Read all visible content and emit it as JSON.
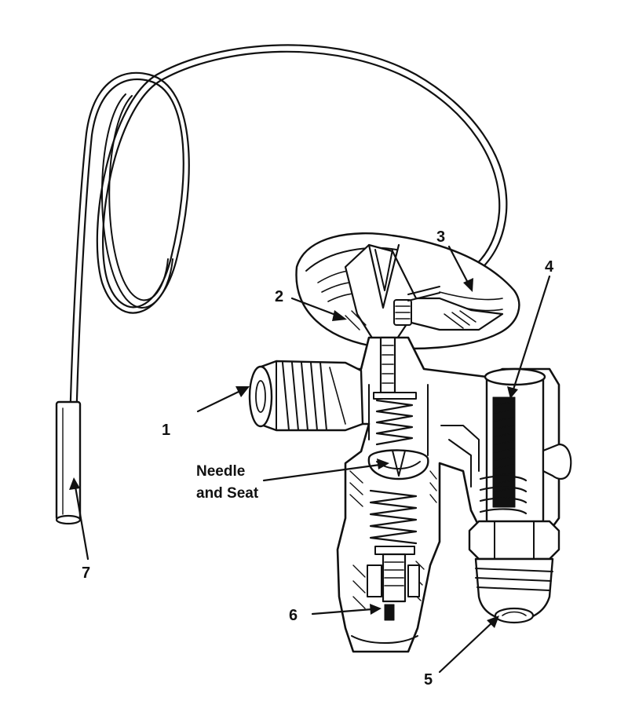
{
  "diagram": {
    "labels": {
      "l1": "1",
      "l2": "2",
      "l3": "3",
      "l4": "4",
      "l5": "5",
      "l6": "6",
      "l7": "7",
      "needle_line1": "Needle",
      "needle_line2": "and Seat"
    },
    "colors": {
      "ink": "#111111",
      "background": "#ffffff"
    }
  }
}
